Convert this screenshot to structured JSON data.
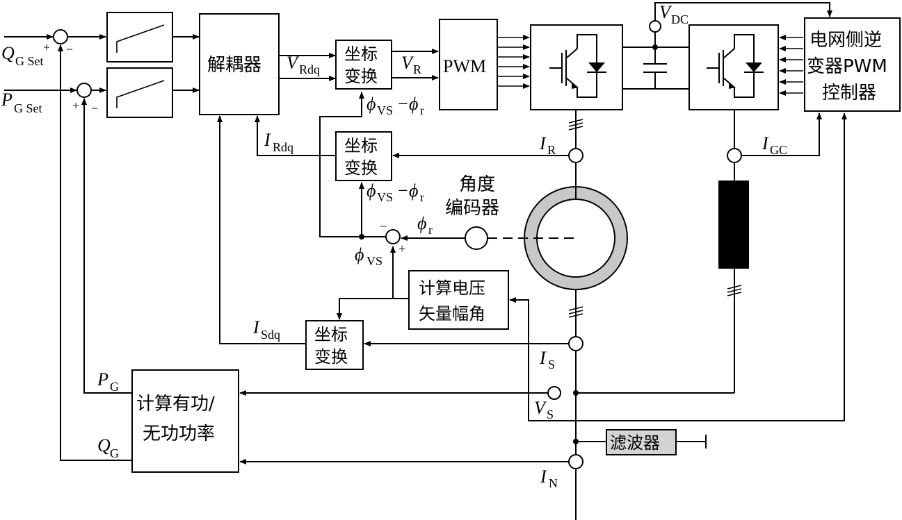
{
  "inputs": {
    "q_set": {
      "main": "Q",
      "sub": "G Set"
    },
    "p_set": {
      "main": "P",
      "sub": "G Set"
    }
  },
  "blocks": {
    "decoupler": "解耦器",
    "coord1": [
      "坐标",
      "变换"
    ],
    "coord2": [
      "坐标",
      "变换"
    ],
    "coord3": [
      "坐标",
      "变换"
    ],
    "pwm": "PWM",
    "grid_ctrl": [
      "电网侧逆",
      "变器PWM",
      "控制器"
    ],
    "encoder": [
      "角度",
      "编码器"
    ],
    "voltage_angle": [
      "计算电压",
      "矢量幅角"
    ],
    "power_calc": [
      "计算有功/",
      "无功功率"
    ],
    "filter": "滤波器"
  },
  "signals": {
    "v_rdq": {
      "main": "V",
      "sub": "Rdq"
    },
    "v_r": {
      "main": "V",
      "sub": "R"
    },
    "i_rdq": {
      "main": "I",
      "sub": "Rdq"
    },
    "i_sdq": {
      "main": "I",
      "sub": "Sdq"
    },
    "i_r": {
      "main": "I",
      "sub": "R"
    },
    "i_s": {
      "main": "I",
      "sub": "S"
    },
    "i_gc": {
      "main": "I",
      "sub": "GC"
    },
    "i_n": {
      "main": "I",
      "sub": "N"
    },
    "v_dc": {
      "main": "V",
      "sub": "DC"
    },
    "v_s": {
      "main": "V",
      "sub": "S"
    },
    "p_g": {
      "main": "P",
      "sub": "G"
    },
    "q_g": {
      "main": "Q",
      "sub": "G"
    },
    "phi_vs": {
      "main": "ϕ",
      "sub": "VS"
    },
    "phi_r": {
      "main": "ϕ",
      "sub": "r"
    },
    "minus": "−"
  },
  "signs": {
    "plus": "+",
    "minus": "−"
  }
}
